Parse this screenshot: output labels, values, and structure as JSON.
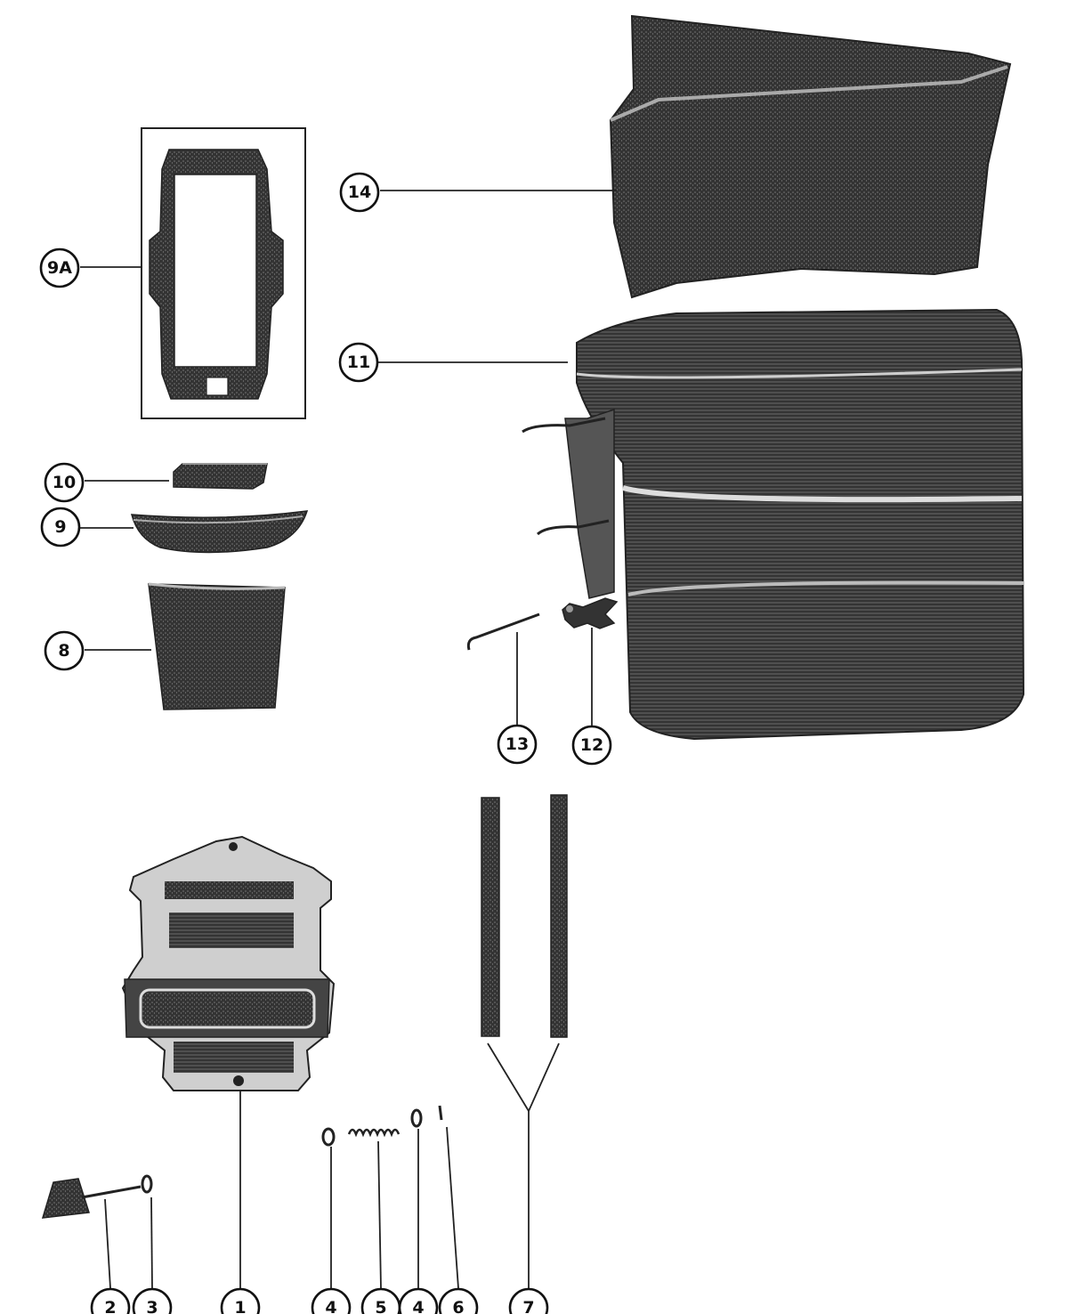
{
  "callouts": {
    "c1": "1",
    "c2": "2",
    "c3": "3",
    "c4a": "4",
    "c4b": "4",
    "c5": "5",
    "c6": "6",
    "c7": "7",
    "c8": "8",
    "c9": "9",
    "c9a": "9A",
    "c10": "10",
    "c11": "11",
    "c12": "12",
    "c13": "13",
    "c14": "14"
  },
  "colors": {
    "part_dark": "#2e2e2e",
    "part_mid": "#5a5a5a",
    "part_light": "#9a9a9a",
    "line": "#222222"
  }
}
